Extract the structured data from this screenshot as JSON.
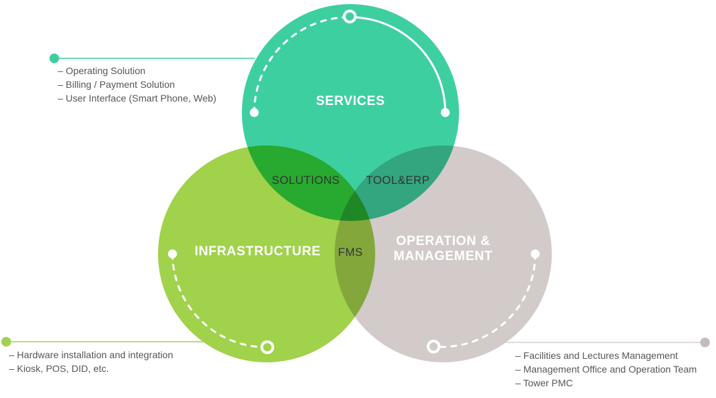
{
  "diagram": {
    "type": "venn",
    "background": "#ffffff",
    "arc_color": "#ffffff",
    "overlap_label_color": "#333333",
    "annotation_text_color": "#55565a",
    "circles": {
      "services": {
        "label": "SERVICES",
        "color": "#3ecfa0"
      },
      "infrastructure": {
        "label": "INFRASTRUCTURE",
        "color": "#a0d24b"
      },
      "operation": {
        "label_line1": "OPERATION &",
        "label_line2": "MANAGEMENT",
        "color": "#d2cbca"
      }
    },
    "overlaps": {
      "services_infrastructure": "SOLUTIONS",
      "services_operation": "TOOL&ERP",
      "infrastructure_operation": "FMS"
    },
    "annotations": {
      "services": {
        "accent": "#3ecfa0",
        "items": [
          "– Operating Solution",
          "– Billing / Payment Solution",
          "– User Interface (Smart Phone, Web)"
        ]
      },
      "infrastructure": {
        "accent": "#a0d24b",
        "items": [
          "– Hardware installation and integration",
          "– Kiosk, POS, DID, etc."
        ]
      },
      "operation": {
        "accent": "#c4bcbb",
        "line_color": "#d7d1d0",
        "items": [
          "– Facilities and Lectures Management",
          "– Management Office and Operation Team",
          "– Tower PMC"
        ]
      }
    }
  }
}
